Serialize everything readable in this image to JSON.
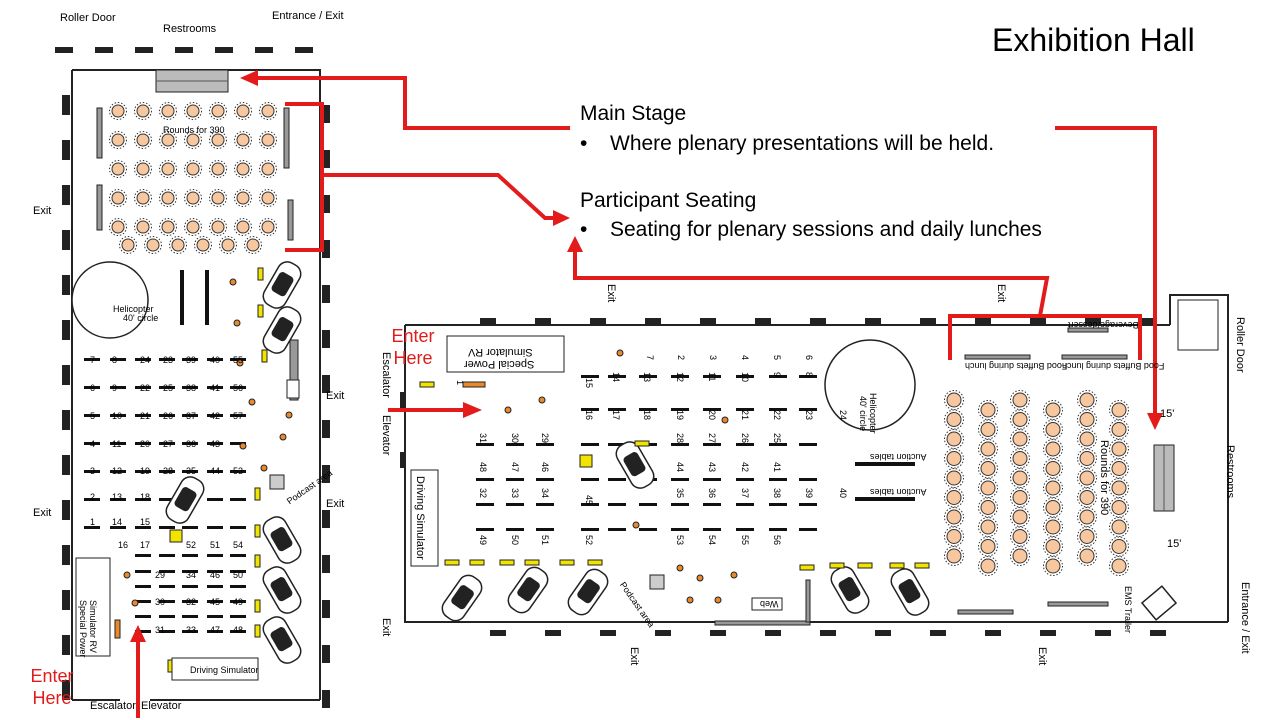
{
  "title": "Exhibition Hall",
  "annotations": {
    "main_stage": {
      "heading": "Main Stage",
      "bullet": "Where plenary presentations will be held."
    },
    "seating": {
      "heading": "Participant Seating",
      "bullet": "Seating for plenary sessions and daily lunches"
    },
    "bullet_char": "•"
  },
  "left_plan": {
    "roller_door": "Roller Door",
    "restrooms": "Restrooms",
    "entrance_exit": "Entrance / Exit",
    "exit": "Exit",
    "rounds": "Rounds for 390",
    "helicopter": "Helicopter",
    "helicopter_circle": "40' circle",
    "podcast": "Podcast area",
    "simulator": "Simulator RV",
    "special_power": "Special Power",
    "driving": "Driving Simulator",
    "escalator": "Escalator",
    "elevator": "Elevator",
    "enter": "Enter",
    "here": "Here",
    "booths": [
      "7",
      "8",
      "24",
      "23",
      "39",
      "40",
      "55",
      "6",
      "9",
      "22",
      "25",
      "38",
      "41",
      "56",
      "5",
      "10",
      "21",
      "26",
      "37",
      "42",
      "57",
      "4",
      "11",
      "20",
      "27",
      "36",
      "43",
      "3",
      "12",
      "19",
      "28",
      "35",
      "44",
      "53",
      "2",
      "13",
      "1",
      "14",
      "18",
      "15",
      "17",
      "16",
      "29",
      "30",
      "31",
      "32",
      "33",
      "34",
      "45",
      "46",
      "47",
      "48",
      "49",
      "50",
      "51",
      "52",
      "54"
    ]
  },
  "right_plan": {
    "exit": "Exit",
    "roller_door": "Roller Door",
    "restrooms": "Restrooms",
    "entrance_exit": "Entrance / Exit",
    "rounds": "Rounds for 390",
    "helicopter": "Helicopter",
    "helicopter_circle": "40' circle",
    "podcast": "Podcast area",
    "simulator": "Simulator RV",
    "special_power": "Special Power",
    "driving": "Driving Simulator",
    "escalator": "Escalator",
    "elevator": "Elevator",
    "enter": "Enter",
    "here": "Here",
    "auction1": "Auction tables",
    "auction2": "Auction tables",
    "food1": "Food Buffets during lunch",
    "food2": "Food Buffets during lunch",
    "beverage": "Beverage/dessert",
    "ems": "EMS Trailer",
    "web": "Web",
    "fifteen": "15'",
    "booths": [
      "15",
      "14",
      "13",
      "12",
      "11",
      "10",
      "9",
      "8",
      "7",
      "2",
      "3",
      "4",
      "5",
      "6",
      "16",
      "17",
      "18",
      "19",
      "20",
      "21",
      "22",
      "23",
      "24",
      "1",
      "31",
      "30",
      "29",
      "28",
      "27",
      "26",
      "25",
      "32",
      "33",
      "34",
      "35",
      "36",
      "37",
      "38",
      "39",
      "40",
      "48",
      "47",
      "46",
      "45",
      "44",
      "43",
      "42",
      "41",
      "49",
      "50",
      "51",
      "52",
      "53",
      "54",
      "55",
      "56"
    ]
  },
  "colors": {
    "arrow": "#e31b1b",
    "table": "#f7c8a0",
    "yellow": "#f1e400",
    "wall": "#222222"
  }
}
